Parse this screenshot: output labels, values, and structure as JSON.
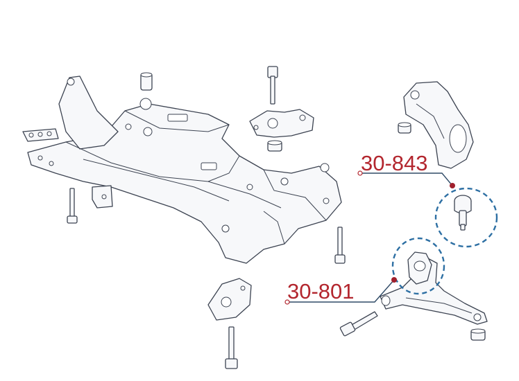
{
  "callouts": [
    {
      "id": "upper",
      "part_number": "30-843"
    },
    {
      "id": "lower",
      "part_number": "30-801"
    }
  ],
  "colors": {
    "label": "#b3262e",
    "ring": "#2d6fa3",
    "outline": "#3b4250"
  }
}
